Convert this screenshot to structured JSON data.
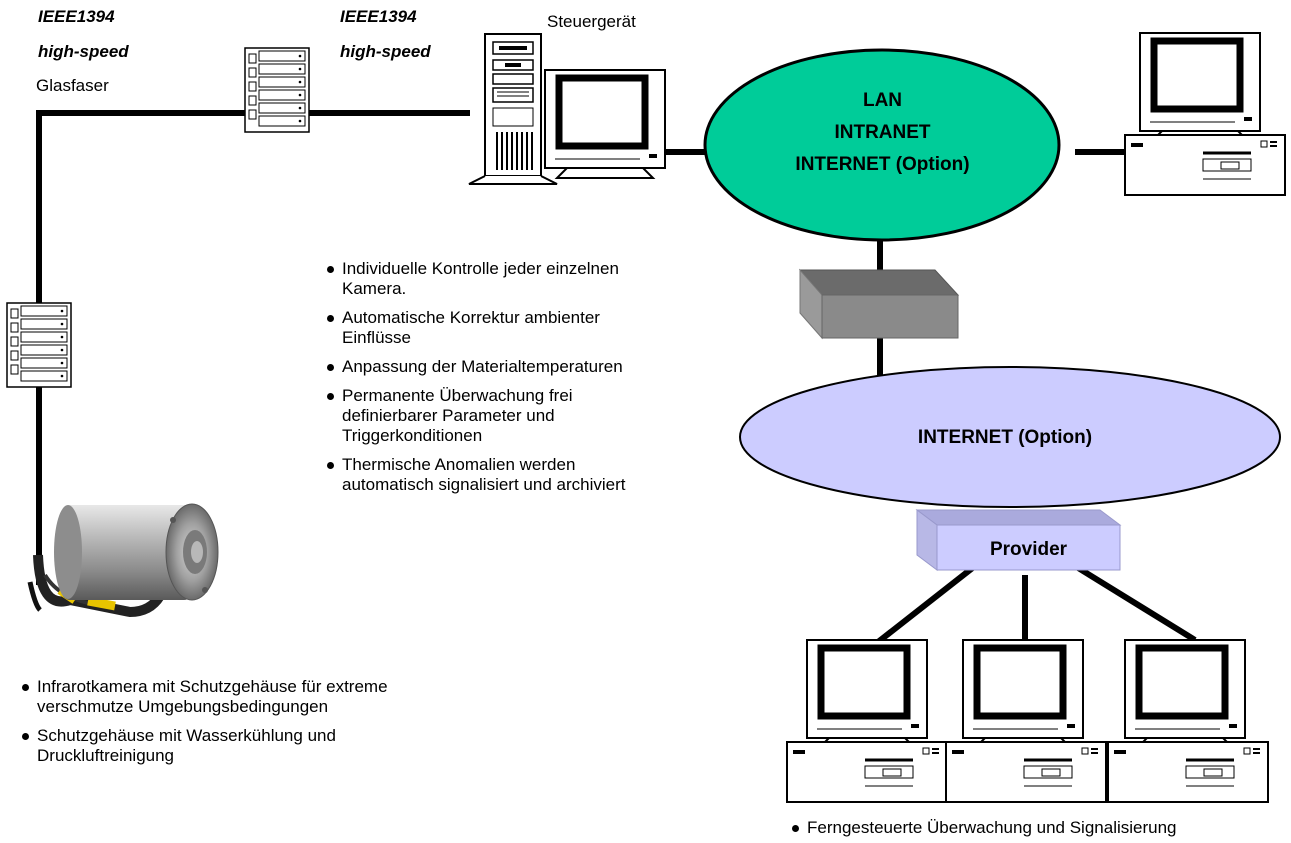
{
  "labels": {
    "left_protocol_line1": "IEEE1394",
    "left_protocol_line2": "high-speed",
    "fiber": "Glasfaser",
    "mid_protocol_line1": "IEEE1394",
    "mid_protocol_line2": "high-speed",
    "controller": "Steuergerät",
    "lan_line1": "LAN",
    "lan_line2": "INTRANET",
    "lan_line3": "INTERNET (Option)",
    "internet": "INTERNET (Option)",
    "provider": "Provider"
  },
  "control_features": [
    "Individuelle Kontrolle jeder einzelnen",
    "Kamera.",
    "Automatische Korrektur ambienter",
    "Einflüsse",
    "Anpassung der Materialtemperaturen",
    "Permanente Überwachung frei",
    "definierbarer Parameter und",
    "Triggerkonditionen",
    "Thermische Anomalien werden",
    "automatisch signalisiert und archiviert"
  ],
  "camera_features": [
    "Infrarotkamera mit Schutzgehäuse für extreme",
    "verschmutze Umgebungsbedingungen",
    "Schutzgehäuse mit Wasserkühlung und",
    "Druckluftreinigung"
  ],
  "remote_feature": "Ferngesteuerte Überwachung und Signalisierung",
  "colors": {
    "lan_ellipse": "#00cc99",
    "internet_ellipse": "#ccccff",
    "provider_box": "#ccccff",
    "router_box": "#808080",
    "cable": "#000000"
  },
  "icons": [
    "fiber-converter-icon",
    "tower-pc-icon",
    "monitor-icon",
    "workstation-icon",
    "router-icon",
    "thermal-camera-icon"
  ]
}
